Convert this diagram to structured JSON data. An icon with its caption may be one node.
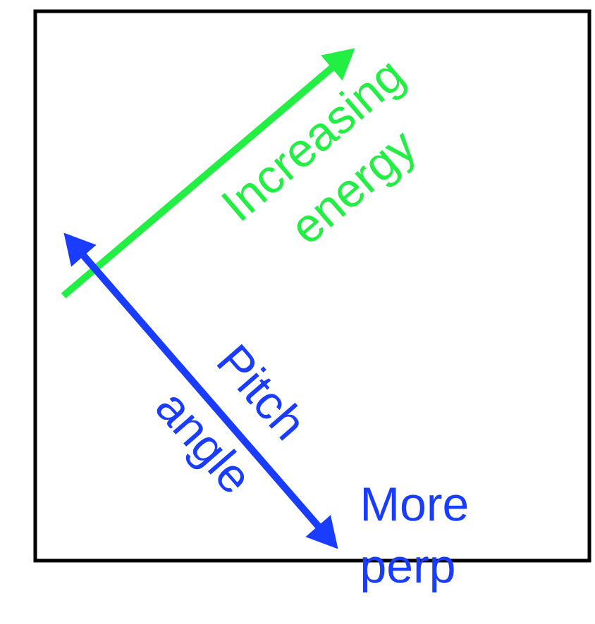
{
  "diagram": {
    "labels": [
      "Increasing energy",
      "Pitch angle",
      "More perp"
    ]
  }
}
